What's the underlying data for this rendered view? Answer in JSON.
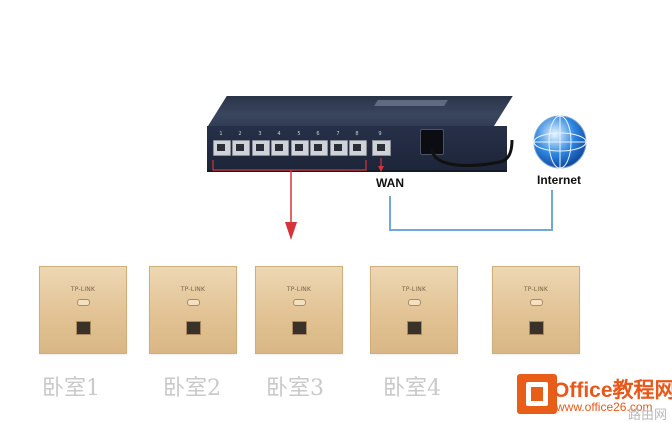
{
  "diagram": {
    "wan_label": "WAN",
    "internet_label": "Internet",
    "router_port_numbers": [
      "1",
      "2",
      "3",
      "4",
      "5",
      "6",
      "7",
      "8"
    ],
    "wan_port_number": "9",
    "panel_brand": "TP-LINK",
    "rooms": [
      "卧室1",
      "卧室2",
      "卧室3",
      "卧室4"
    ],
    "colors": {
      "lan_bracket": "#d6343a",
      "wan_cable": "#6fa8d9",
      "panel_gold": "#e2c395"
    }
  },
  "watermark": {
    "title": "Office教程网",
    "url": "www.office26.com",
    "corner": "路由网"
  }
}
